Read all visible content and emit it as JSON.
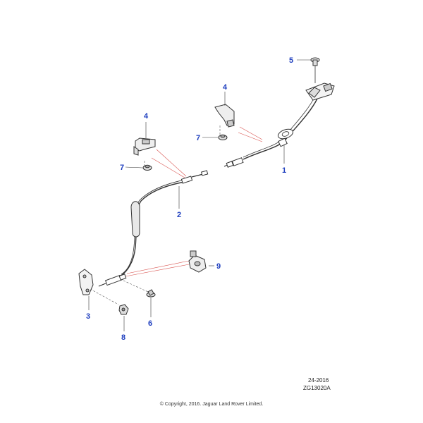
{
  "callouts": {
    "c1": "1",
    "c2": "2",
    "c3": "3",
    "c4a": "4",
    "c4b": "4",
    "c5": "5",
    "c6": "6",
    "c7a": "7",
    "c7b": "7",
    "c8": "8",
    "c9": "9"
  },
  "footer": {
    "date_code": "24-2016",
    "ref_code": "ZG13020A",
    "copyright": "© Copyright, 2016. Jaguar Land Rover Limited."
  },
  "colors": {
    "callout": "#1f3fbf",
    "leader": "#d9534f",
    "line": "#333333"
  }
}
